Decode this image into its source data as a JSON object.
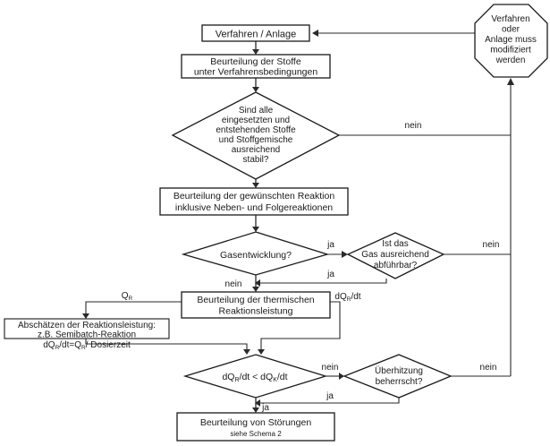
{
  "boxes": {
    "start": "Verfahren / Anlage",
    "assess_substances": [
      "Beurteilung der Stoffe",
      "unter Verfahrensbedingungen"
    ],
    "assess_reaction": [
      "Beurteilung der gewünschten Reaktion",
      "inklusive Neben- und Folgereaktionen"
    ],
    "assess_thermal": [
      "Beurteilung der thermischen",
      "Reaktionsleistung"
    ],
    "estimate_power": [
      "Abschätzen der Reaktionsleistung:",
      "z.B. Semibatch-Reaktion"
    ],
    "estimate_formula": {
      "a": "dQ",
      "a_sub": "R",
      "b": "/dt=Q",
      "b_sub": "R",
      "c": "/ Dosierzeit"
    },
    "disturbances": "Beurteilung von Störungen",
    "disturbances_note": "siehe Schema 2"
  },
  "decisions": {
    "substances_stable": [
      "Sind alle",
      "eingesetzten und",
      "entstehenden Stoffe",
      "und Stoffgemische",
      "ausreichend",
      "stabil?"
    ],
    "gas_evolution": "Gasentwicklung?",
    "gas_removal": [
      "Ist das",
      "Gas ausreichend",
      "abführbar?"
    ],
    "heat_compare": {
      "a": "dQ",
      "a_sub": "R",
      "b": "/dt < dQ",
      "b_sub": "K",
      "c": "/dt"
    },
    "overheat": [
      "Überhitzung",
      "beherrscht?"
    ]
  },
  "modify": [
    "Verfahren",
    "oder",
    "Anlage muss",
    "modifiziert",
    "werden"
  ],
  "labels": {
    "yes": "ja",
    "no": "nein",
    "qr": {
      "a": "Q",
      "a_sub": "R"
    },
    "dqr": {
      "a": "dQ",
      "a_sub": "R",
      "b": "/dt"
    }
  }
}
